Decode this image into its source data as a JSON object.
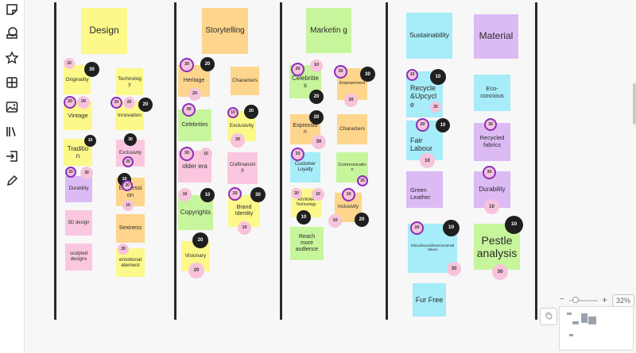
{
  "app": {
    "tools": [
      {
        "icon": "sticky-note-icon"
      },
      {
        "icon": "shapes-icon"
      },
      {
        "icon": "star-icon"
      },
      {
        "icon": "frame-icon"
      },
      {
        "icon": "image-icon"
      },
      {
        "icon": "library-icon"
      },
      {
        "icon": "import-icon"
      },
      {
        "icon": "pen-icon"
      }
    ],
    "zoom": {
      "minus": "−",
      "plus": "+",
      "level": "32%"
    },
    "colors": {
      "yellow": "#fcf88a",
      "orange": "#fdd58c",
      "pink": "#fbc7e0",
      "green": "#c7f59c",
      "blue": "#a6ecf9",
      "purple": "#dcbaf4",
      "vote_dark": "#1f1f1f",
      "vote_ring": "#8b2fb8"
    }
  },
  "board": {
    "columns": [
      {
        "header": "Design",
        "notes": [
          "Originality",
          "Technolog y",
          "Vintage",
          "Innovation",
          "Traditio n",
          "Exclusivity",
          "Durability",
          "Expression",
          "3D design",
          "Sexiness",
          "sculpted designs",
          "emotional element"
        ]
      },
      {
        "header": "Storytelling",
        "notes": [
          "Heritage",
          "Characters",
          "Celebrities",
          "Exclusivity",
          "older era",
          "Craftmanship",
          "Copyrights",
          "Brand Identity",
          "Visionary"
        ]
      },
      {
        "header": "Marketin g",
        "notes": [
          "Celebritie s",
          "Empowerment",
          "Expression",
          "Characters",
          "Customer Loyalty",
          "Communication",
          "AI/VR/AR Technology",
          "Inclusivity",
          "Reach more audience"
        ]
      },
      {
        "header": "Sustainability",
        "notes": [
          "Recycle &Upcycl e",
          "Fair Labour",
          "Green Leather",
          "Ethical/Social/Environmental Values",
          "Fur Free"
        ]
      },
      {
        "header": "Material",
        "notes": [
          "Eco-concious",
          "Recycled fabrics",
          "Durability",
          "Pestle analysis"
        ]
      }
    ],
    "votes": [
      "10",
      "30",
      "20",
      "20",
      "20",
      "20",
      "10",
      "20",
      "30",
      "20",
      "30",
      "20",
      "10",
      "30",
      "10",
      "20",
      "30",
      "20",
      "20",
      "30",
      "10",
      "20",
      "30",
      "30",
      "10",
      "10",
      "10",
      "20",
      "30",
      "10",
      "20",
      "20",
      "20",
      "10",
      "20",
      "30",
      "30",
      "20",
      "20",
      "30",
      "10",
      "20",
      "20",
      "10",
      "10",
      "10",
      "10",
      "20",
      "10",
      "10",
      "20",
      "20",
      "10",
      "10",
      "20",
      "10",
      "30",
      "30",
      "30",
      "10",
      "10",
      "30",
      "10",
      "10",
      "20",
      "10"
    ]
  }
}
